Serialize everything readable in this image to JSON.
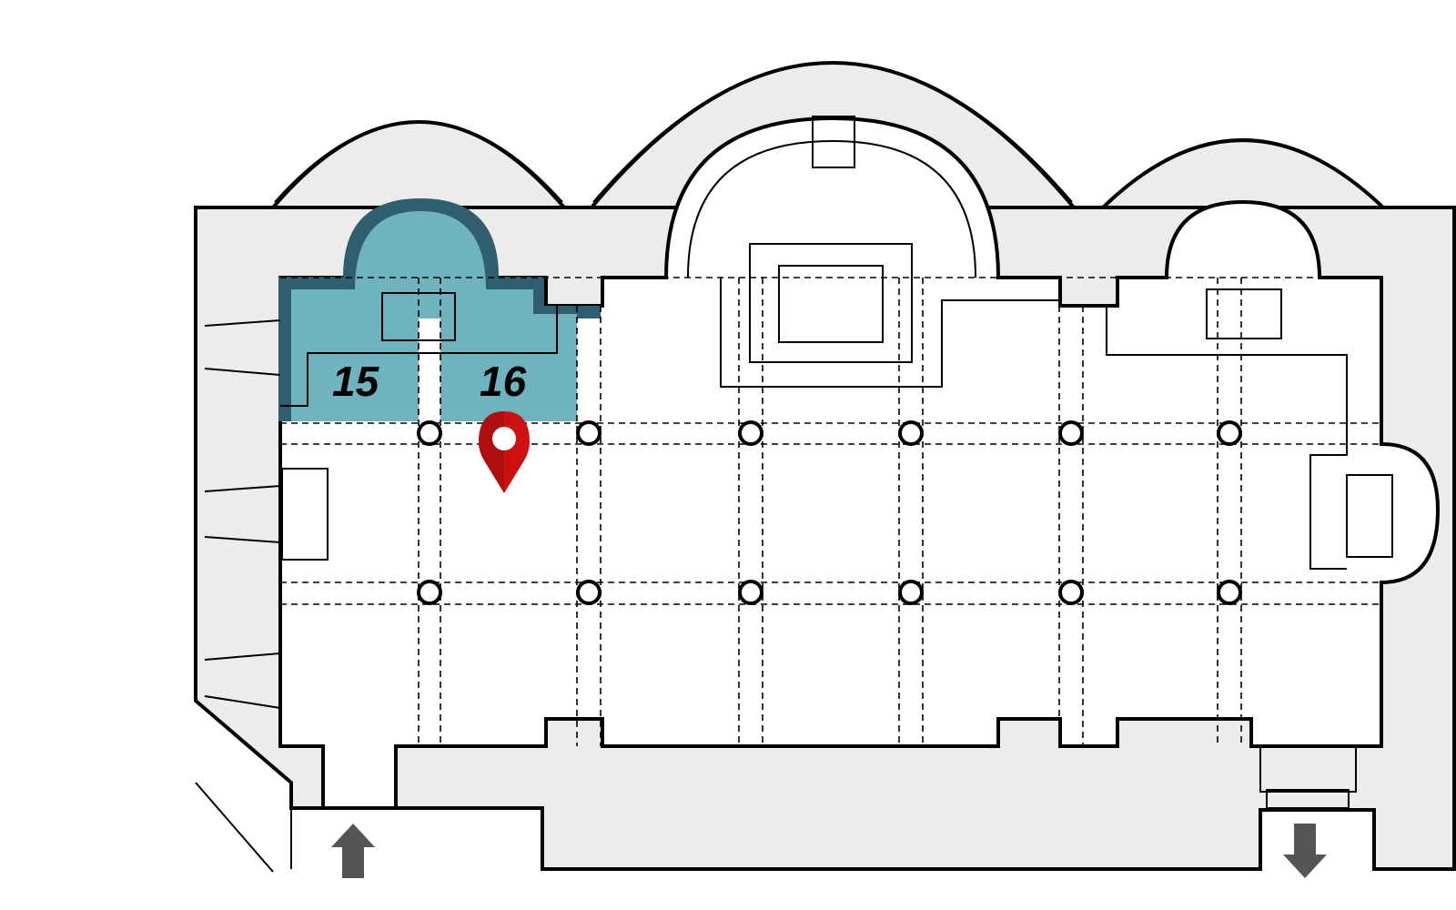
{
  "floorplan": {
    "rooms": [
      {
        "id": "15",
        "label": "15",
        "highlighted": true
      },
      {
        "id": "16",
        "label": "16",
        "highlighted": true
      }
    ],
    "highlight_color": "#6fb3bf",
    "highlight_border_color": "#2f5f6e",
    "marker": {
      "icon": "location-pin-icon",
      "color": "#cc1111"
    },
    "entrance": {
      "icon": "arrow-up-icon",
      "color": "#555555"
    },
    "exit": {
      "icon": "arrow-down-icon",
      "color": "#555555"
    },
    "column_count": 12
  }
}
